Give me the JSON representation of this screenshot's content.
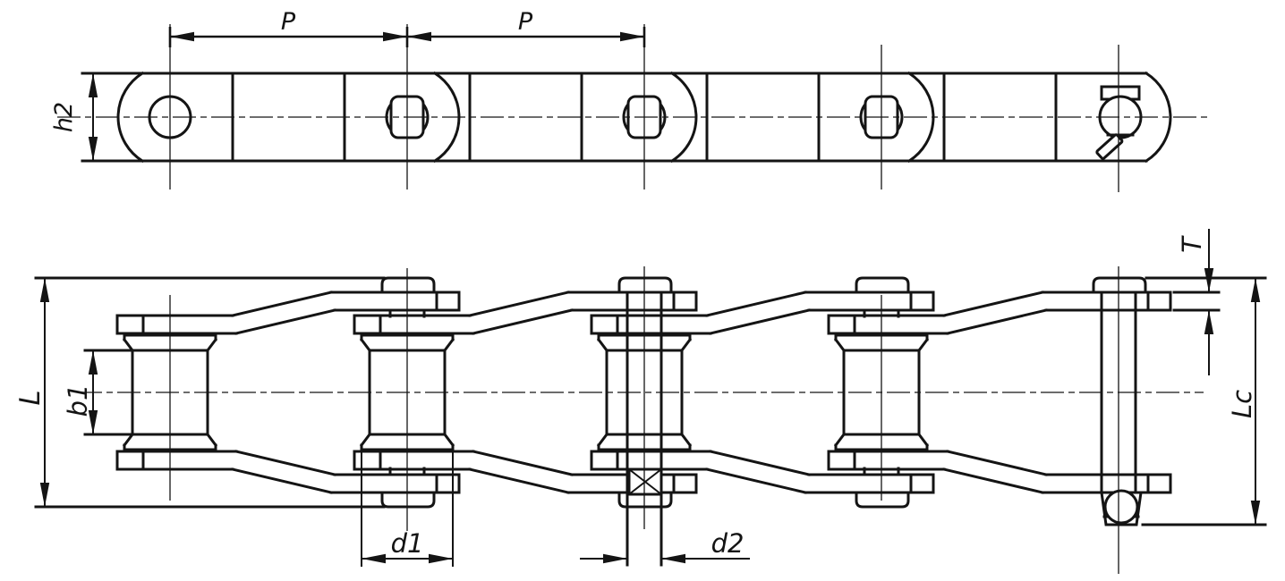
{
  "colors": {
    "line": "#141414",
    "background": "#ffffff"
  },
  "views": {
    "side_view": {
      "dimension_labels": {
        "pitch": "P",
        "plate_height": "h2"
      }
    },
    "plan_view": {
      "dimension_labels": {
        "overall_pin_length": "L",
        "inner_width": "b1",
        "roller_diameter": "d1",
        "pin_diameter": "d2",
        "sidebar_thickness": "T",
        "length_over_cotter": "Lc"
      }
    }
  }
}
